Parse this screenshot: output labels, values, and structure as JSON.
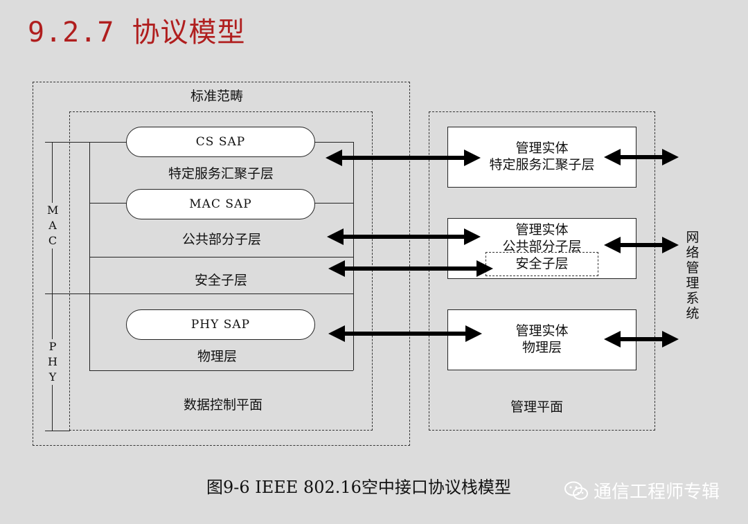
{
  "heading": "9.2.7 协议模型",
  "diagram": {
    "standard_scope": "标准范畴",
    "data_control_plane": "数据控制平面",
    "management_plane": "管理平面",
    "cs_sap": "CS SAP",
    "cs_sublayer": "特定服务汇聚子层",
    "mac_sap": "MAC SAP",
    "cps_sublayer": "公共部分子层",
    "security_sublayer": "安全子层",
    "phy_sap": "PHY SAP",
    "physical_layer": "物理层",
    "mac_label": [
      "M",
      "A",
      "C"
    ],
    "phy_label": [
      "P",
      "H",
      "Y"
    ],
    "mgmt_cs": {
      "line1": "管理实体",
      "line2": "特定服务汇聚子层"
    },
    "mgmt_cps": {
      "line1": "管理实体",
      "line2": "公共部分子层",
      "inner": "安全子层"
    },
    "mgmt_phy": {
      "line1": "管理实体",
      "line2": "物理层"
    },
    "network_mgmt_system": [
      "网",
      "络",
      "管",
      "理",
      "系",
      "统"
    ]
  },
  "caption": "图9-6 IEEE 802.16空中接口协议栈模型",
  "watermark": "通信工程师专辑",
  "colors": {
    "title": "#b01e1e",
    "background": "#dcdcdc",
    "arrow": "#000000"
  }
}
